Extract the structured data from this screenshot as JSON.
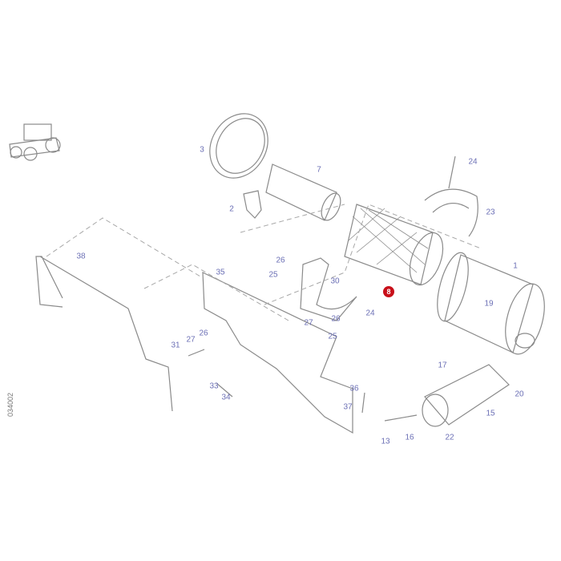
{
  "diagram": {
    "reference_code": "034002",
    "highlighted_part": "8",
    "highlight_color": "#c8101a",
    "label_color": "#6b6fb5",
    "labels": [
      "3",
      "7",
      "24",
      "2",
      "23",
      "38",
      "35",
      "26",
      "25",
      "1",
      "30",
      "19",
      "24",
      "27",
      "26",
      "25",
      "27",
      "26",
      "31",
      "17",
      "36",
      "33",
      "20",
      "34",
      "37",
      "15",
      "16",
      "22",
      "13"
    ]
  }
}
